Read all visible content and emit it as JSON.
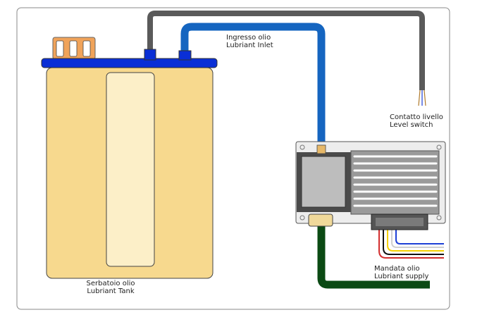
{
  "labels": {
    "inlet_it": "Ingresso olio",
    "inlet_en": "Lubriant Inlet",
    "level_it": "Contatto livello",
    "level_en": "Level switch",
    "supply_it": "Mandata olio",
    "supply_en": "Lubriant supply",
    "tank_it": "Serbatoio olio",
    "tank_en": "Lubriant Tank"
  },
  "colors": {
    "tank_body": "#f7d98e",
    "tank_window": "#fcefc8",
    "tank_lid": "#0a2fd6",
    "cap": "#f0a35a",
    "inlet_pipe": "#1565c0",
    "cable": "#5a5a5a",
    "supply_pipe": "#0b4a14",
    "pump_body": "#d9d9d9",
    "fins": "#9a9a9a",
    "wires": [
      "#d32f2f",
      "#111111",
      "#f5d000",
      "#ffffff",
      "#1e40d6"
    ]
  }
}
